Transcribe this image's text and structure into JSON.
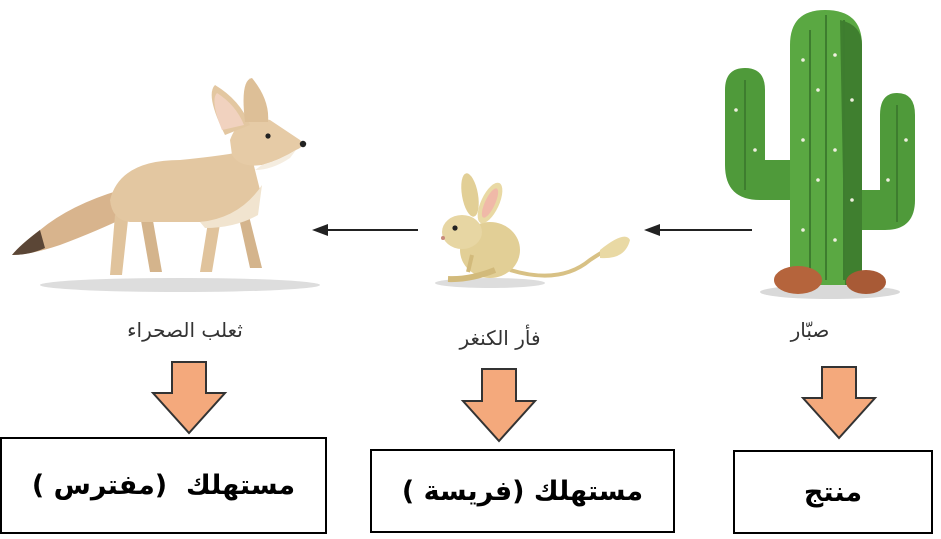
{
  "organisms": [
    {
      "id": "cactus",
      "label": "صبّار",
      "role": "منتج"
    },
    {
      "id": "jerboa",
      "label": "فأر الكنغر",
      "role": "مستهلك (فريسة )"
    },
    {
      "id": "fox",
      "label": "ثعلب الصحراء",
      "role": "مستهلك  (مفترس )"
    }
  ],
  "colors": {
    "down_arrow_fill": "#f4a97c",
    "cactus_green": "#4f9a3a",
    "fox_body": "#e3c7a1",
    "jerboa_body": "#e2cf96",
    "arrow_line": "#222222"
  }
}
